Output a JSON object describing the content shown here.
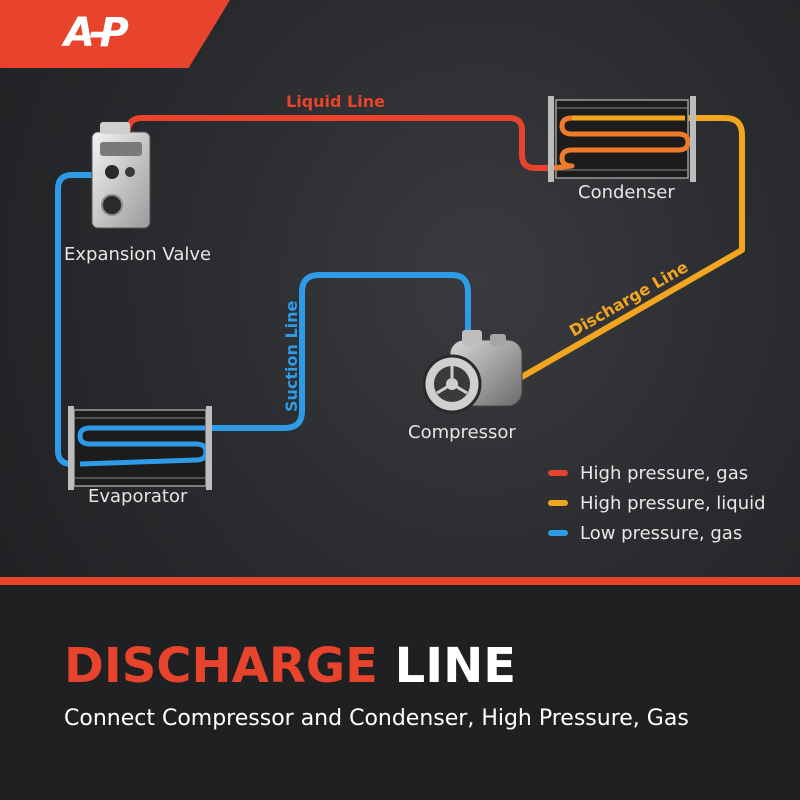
{
  "brand": {
    "logo_text": "A-P"
  },
  "colors": {
    "accent": "#e8432c",
    "high_pressure_gas": "#e8432c",
    "high_pressure_liquid": "#f2a61f",
    "low_pressure_gas": "#2d9be8"
  },
  "diagram": {
    "lines": {
      "liquid": "Liquid Line",
      "discharge": "Discharge Line",
      "suction": "Suction Line"
    },
    "components": {
      "expansion_valve": "Expansion Valve",
      "condenser": "Condenser",
      "compressor": "Compressor",
      "evaporator": "Evaporator"
    }
  },
  "legend": [
    {
      "label": "High pressure, gas",
      "color": "#e8432c"
    },
    {
      "label": "High pressure, liquid",
      "color": "#f2a61f"
    },
    {
      "label": "Low pressure, gas",
      "color": "#2d9be8"
    }
  ],
  "headline": {
    "part1": "DISCHARGE",
    "part2": " LINE"
  },
  "subline": "Connect Compressor and Condenser, High Pressure, Gas"
}
